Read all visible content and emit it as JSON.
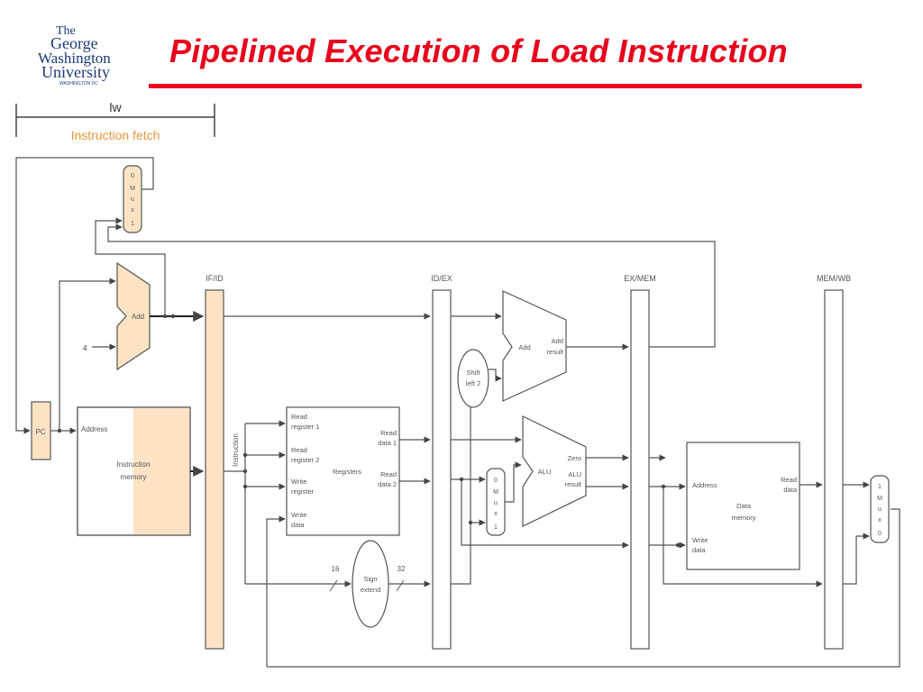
{
  "header": {
    "title": "Pipelined Execution of Load Instruction",
    "logo_lines": [
      "The",
      "George",
      "Washington",
      "University",
      "WASHINGTON DC"
    ]
  },
  "stage_bar": {
    "instruction": "lw",
    "stage": "Instruction fetch"
  },
  "pipeline_registers": [
    "IF/ID",
    "ID/EX",
    "EX/MEM",
    "MEM/WB"
  ],
  "components": {
    "pc": "PC",
    "pc_add": "Add",
    "constant_four": "4",
    "pc_mux": [
      "0",
      "M",
      "u",
      "x",
      "1"
    ],
    "instruction_memory": {
      "address": "Address",
      "line1": "Instruction",
      "line2": "memory"
    },
    "instruction_bus": "Instruction",
    "registers": {
      "read_register_1": [
        "Read",
        "register 1"
      ],
      "read_register_2": [
        "Read",
        "register 2"
      ],
      "write_register": [
        "Write",
        "register"
      ],
      "write_data": [
        "Write",
        "data"
      ],
      "read_data_1": [
        "Read",
        "data 1"
      ],
      "read_data_2": [
        "Read",
        "data 2"
      ],
      "name": "Registers"
    },
    "sign_extend": {
      "in_width": "16",
      "out_width": "32",
      "line1": "Sign",
      "line2": "extend"
    },
    "shift_left": [
      "Shift",
      "left 2"
    ],
    "branch_add": {
      "name": "Add",
      "result": [
        "Add",
        "result"
      ]
    },
    "alu_mux": [
      "0",
      "M",
      "u",
      "x",
      "1"
    ],
    "alu": {
      "name": "ALU",
      "zero": "Zero",
      "result": [
        "ALU",
        "result"
      ]
    },
    "data_memory": {
      "address": "Address",
      "write_data": [
        "Write",
        "data"
      ],
      "read_data": [
        "Read",
        "data"
      ],
      "name": [
        "Data",
        "memory"
      ]
    },
    "wb_mux": [
      "1",
      "M",
      "u",
      "x",
      "0"
    ]
  },
  "colors": {
    "title": "#e8001c",
    "highlight": "#fce3c3",
    "logo": "#1f3a7a"
  }
}
